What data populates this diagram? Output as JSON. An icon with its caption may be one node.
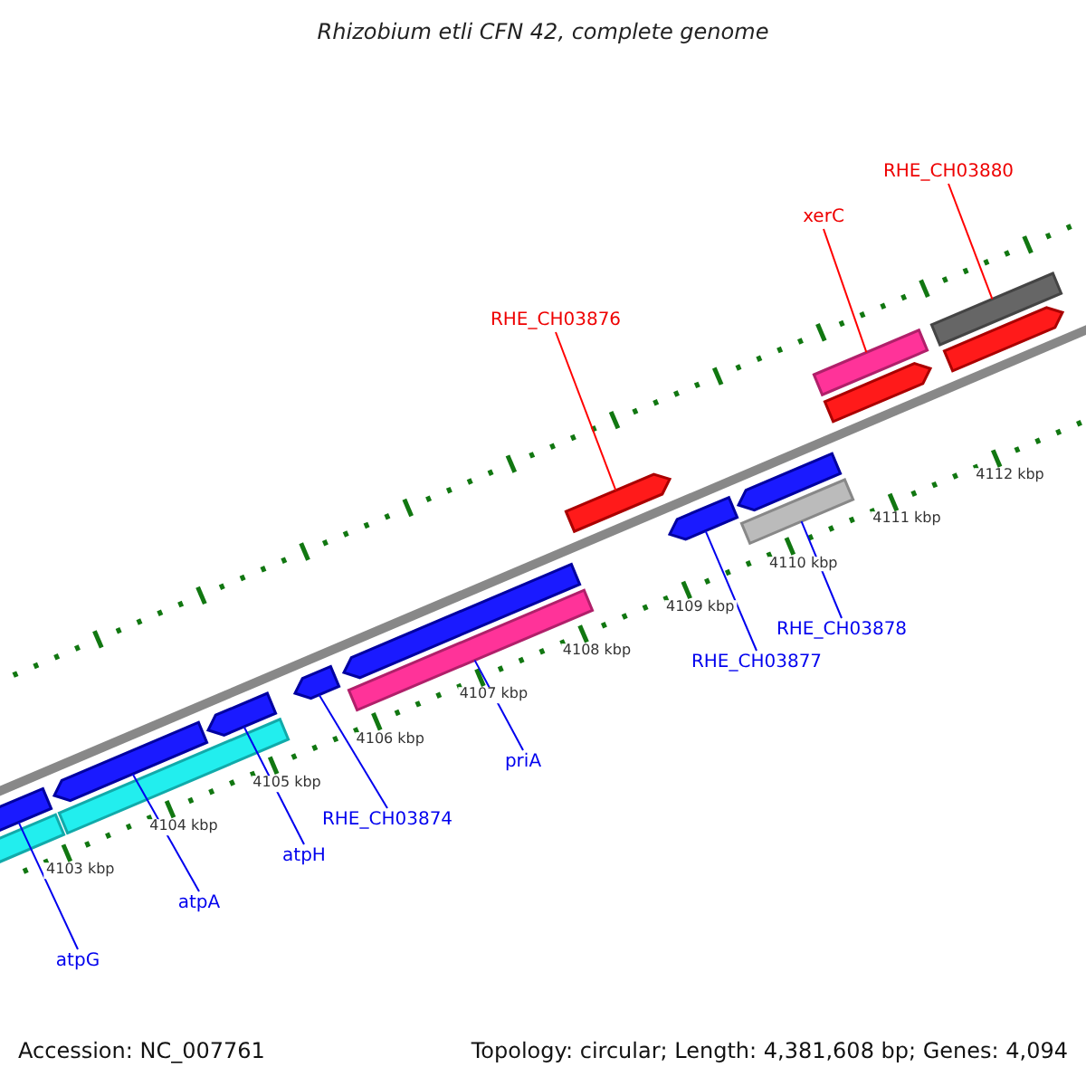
{
  "diagram": {
    "title": "Rhizobium etli CFN 42, complete genome",
    "nodes": [
      {
        "text": [
          "RHE_CH03880"
        ]
      },
      {
        "text": [
          "xerC"
        ]
      },
      {
        "text": [
          "RHE_CH03876"
        ]
      },
      {
        "text": [
          "RHE_CH03878"
        ]
      },
      {
        "text": [
          "RHE_CH03877"
        ]
      },
      {
        "text": [
          "priA"
        ]
      },
      {
        "text": [
          "RHE_CH03874"
        ]
      },
      {
        "text": [
          "atpH"
        ]
      },
      {
        "text": [
          "atpA"
        ]
      },
      {
        "text": [
          "atpG"
        ]
      },
      {
        "text": [],
        "shape": "bar"
      },
      {
        "text": [],
        "shape": "bar"
      },
      {
        "text": [],
        "shape": "bar"
      },
      {
        "text": [],
        "shape": "bar"
      },
      {
        "text": [],
        "shape": "bar"
      },
      {
        "text": [],
        "shape": "bar"
      },
      {
        "text": [],
        "shape": "bar"
      },
      {
        "text": [],
        "shape": "bar"
      },
      {
        "text": [],
        "shape": "bar"
      },
      {
        "text": [],
        "shape": "bar"
      },
      {
        "text": [],
        "shape": "bar"
      },
      {
        "text": [],
        "shape": "bar"
      },
      {
        "text": [],
        "shape": "bar"
      },
      {
        "text": [],
        "shape": "bar"
      },
      {
        "text": [],
        "shape": "bar"
      },
      {
        "text": [],
        "shape": "bar"
      }
    ],
    "edges": [
      {
        "from": 0,
        "to": 10,
        "arrow": "none",
        "color": "#ff0000"
      },
      {
        "from": 1,
        "to": 11,
        "arrow": "none",
        "color": "#ff0000"
      },
      {
        "from": 2,
        "to": 12,
        "arrow": "none",
        "color": "#ff0000"
      },
      {
        "from": 3,
        "to": 13,
        "arrow": "none"
      },
      {
        "from": 4,
        "to": 14,
        "arrow": "none"
      },
      {
        "from": 5,
        "to": 15,
        "arrow": "none"
      },
      {
        "from": 6,
        "to": 16,
        "arrow": "none"
      },
      {
        "from": 7,
        "to": 17,
        "arrow": "none"
      },
      {
        "from": 8,
        "to": 18,
        "arrow": "none"
      },
      {
        "from": 9,
        "to": 19,
        "arrow": "none"
      }
    ],
    "labels": [
      "4103 kbp",
      "4104 kbp",
      "4105 kbp",
      "4106 kbp",
      "4107 kbp",
      "4108 kbp",
      "4109 kbp",
      "4110 kbp",
      "4111 kbp",
      "4112 kbp",
      "Accession: NC_007761",
      "Topology: circular; Length: 4,381,608 bp; Genes: 4,094"
    ]
  }
}
